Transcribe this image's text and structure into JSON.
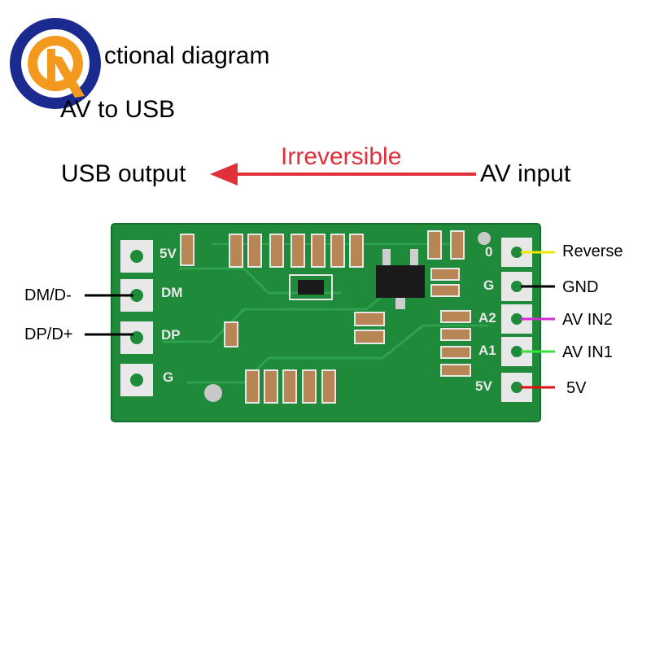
{
  "header": {
    "title_partial": "ctional diagram",
    "subtitle_partial": "AV to USB"
  },
  "flow": {
    "output_label": "USB output",
    "input_label": "AV input",
    "direction_note": "Irreversible",
    "arrow_color": "#e0303a"
  },
  "board": {
    "color": "#1f8a3a",
    "left_silk": [
      "5V",
      "DM",
      "DP",
      "G"
    ],
    "right_silk": [
      "0",
      "G",
      "A2",
      "A1",
      "5V"
    ]
  },
  "left_pins": [
    {
      "label": "DM/D-",
      "wire_color": "#000000"
    },
    {
      "label": "DP/D+",
      "wire_color": "#000000"
    }
  ],
  "right_pins": [
    {
      "label": "Reverse",
      "wire_color": "#f2e600"
    },
    {
      "label": "GND",
      "wire_color": "#000000"
    },
    {
      "label": "AV IN2",
      "wire_color": "#d22fd2"
    },
    {
      "label": "AV IN1",
      "wire_color": "#36e236"
    },
    {
      "label": "5V",
      "wire_color": "#e01010"
    }
  ],
  "logo": {
    "icon": "q-logo-icon",
    "ring_color": "#1b2a8f",
    "accent_color": "#f39a1e"
  }
}
